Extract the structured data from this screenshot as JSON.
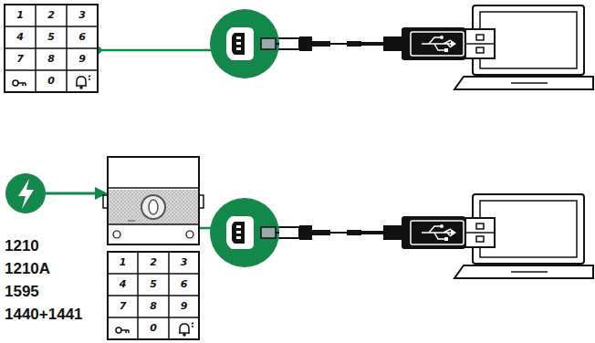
{
  "diagram": {
    "labels": [
      "1",
      "2",
      "3",
      "4",
      "5",
      "6",
      "7",
      "8",
      "9",
      "0",
      "1",
      "2",
      "3",
      "4",
      "5",
      "6",
      "7",
      "8",
      "9",
      "0",
      "1210",
      "1210A",
      "1595",
      "1440+1441"
    ]
  }
}
